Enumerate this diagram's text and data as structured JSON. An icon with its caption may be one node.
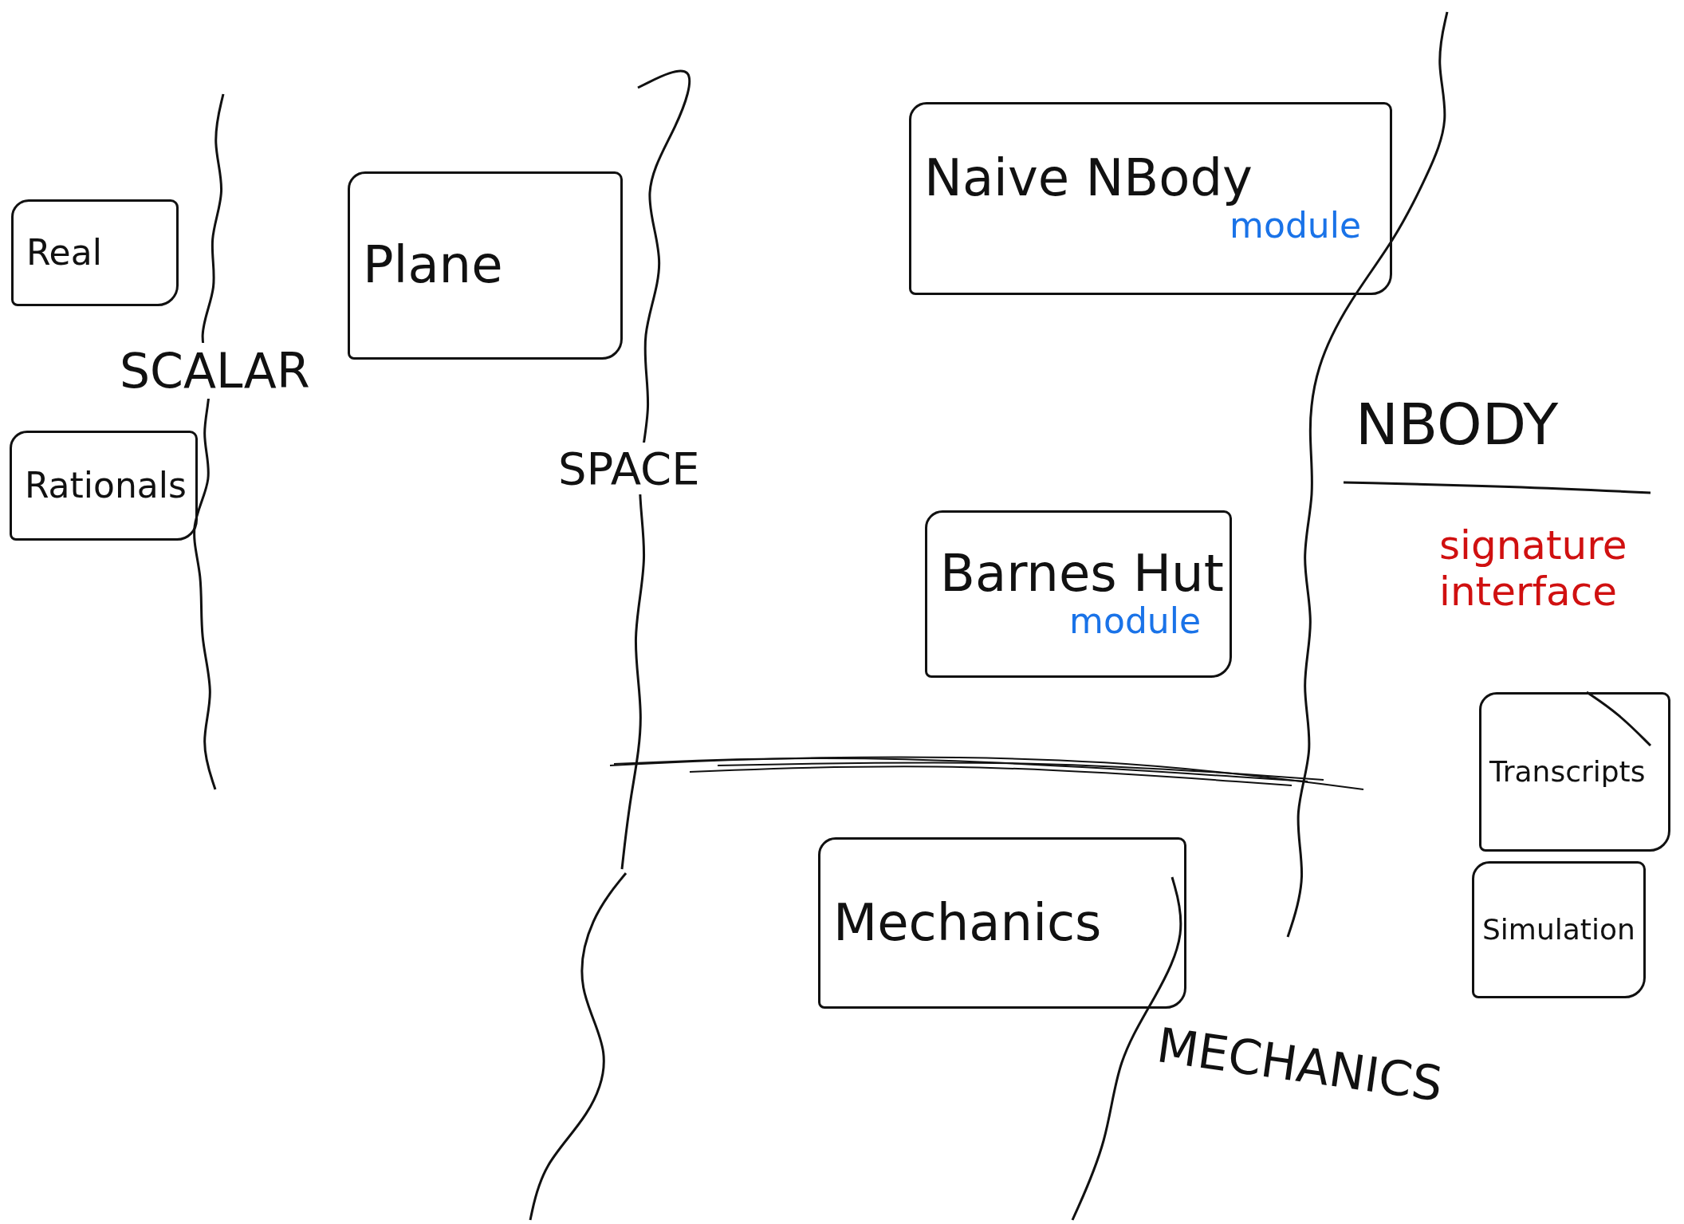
{
  "diagram": {
    "nodes": [
      {
        "text": [
          "Real"
        ]
      },
      {
        "text": [
          "Rationals"
        ]
      },
      {
        "text": [
          "Plane"
        ]
      },
      {
        "text": [
          "Naive NBody",
          "module"
        ]
      },
      {
        "text": [
          "Barnes Hut",
          "module"
        ]
      },
      {
        "text": [
          "Transcripts"
        ]
      },
      {
        "text": [
          "Mechanics"
        ]
      },
      {
        "text": [
          "Simulation"
        ]
      }
    ],
    "labels": [
      "SCALAR",
      "SPACE",
      "NBODY",
      "signature interface",
      "MECHANICS"
    ]
  }
}
